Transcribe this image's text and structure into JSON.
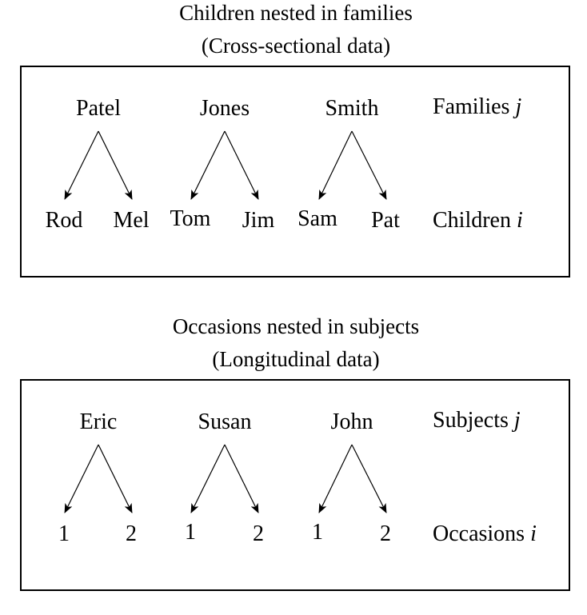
{
  "panels": [
    {
      "title": "Children nested in families",
      "subtitle": "(Cross-sectional data)",
      "level2_label": "Families",
      "level2_index": "j",
      "level1_label": "Children",
      "level1_index": "i",
      "groups": [
        {
          "name": "Patel",
          "children": [
            "Rod",
            "Mel"
          ]
        },
        {
          "name": "Jones",
          "children": [
            "Tom",
            "Jim"
          ]
        },
        {
          "name": "Smith",
          "children": [
            "Sam",
            "Pat"
          ]
        }
      ]
    },
    {
      "title": "Occasions nested in subjects",
      "subtitle": "(Longitudinal data)",
      "level2_label": "Subjects",
      "level2_index": "j",
      "level1_label": "Occasions",
      "level1_index": "i",
      "groups": [
        {
          "name": "Eric",
          "children": [
            "1",
            "2"
          ]
        },
        {
          "name": "Susan",
          "children": [
            "1",
            "2"
          ]
        },
        {
          "name": "John",
          "children": [
            "1",
            "2"
          ]
        }
      ]
    }
  ]
}
